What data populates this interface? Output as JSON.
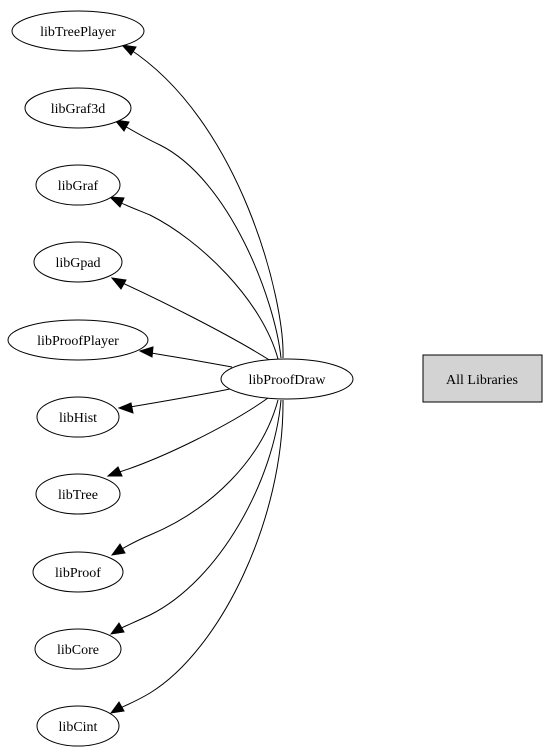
{
  "graph": {
    "center": {
      "id": "libProofDraw",
      "label": "libProofDraw"
    },
    "dependencies": [
      {
        "id": "libTreePlayer",
        "label": "libTreePlayer"
      },
      {
        "id": "libGraf3d",
        "label": "libGraf3d"
      },
      {
        "id": "libGraf",
        "label": "libGraf"
      },
      {
        "id": "libGpad",
        "label": "libGpad"
      },
      {
        "id": "libProofPlayer",
        "label": "libProofPlayer"
      },
      {
        "id": "libHist",
        "label": "libHist"
      },
      {
        "id": "libTree",
        "label": "libTree"
      },
      {
        "id": "libProof",
        "label": "libProof"
      },
      {
        "id": "libCore",
        "label": "libCore"
      },
      {
        "id": "libCint",
        "label": "libCint"
      }
    ],
    "all_libraries_label": "All Libraries"
  },
  "colors": {
    "node_fill": "#ffffff",
    "node_stroke": "#000000",
    "all_libraries_fill": "#d3d3d3"
  }
}
